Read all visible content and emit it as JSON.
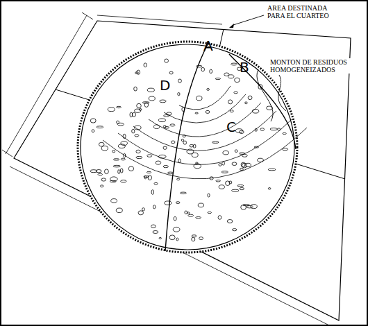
{
  "diagram": {
    "labels": [
      "AREA DESTINADA PARA EL CUARTEO",
      "MONTON DE RESIDUOS HOMOGENEIZADOS",
      "A",
      "B",
      "C",
      "D"
    ]
  }
}
